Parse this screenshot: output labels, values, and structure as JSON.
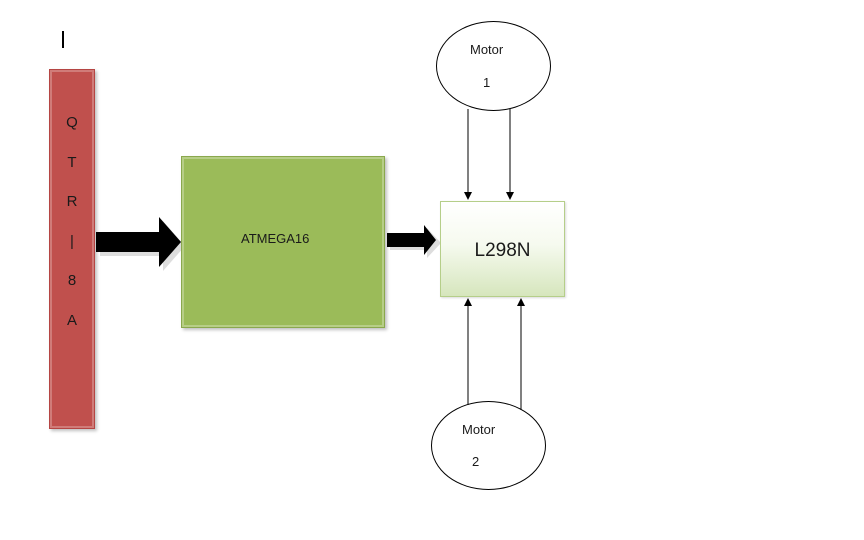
{
  "diagram": {
    "cursor_mark": "|",
    "sensor": {
      "letters": [
        "Q",
        "T",
        "R",
        "|",
        "8",
        "A"
      ],
      "color": "#c0504d"
    },
    "mcu": {
      "label": "ATMEGA16",
      "color": "#9bbb59"
    },
    "driver": {
      "label": "L298N",
      "color": "#d6e6bd"
    },
    "motor1": {
      "name": "Motor",
      "number": "1"
    },
    "motor2": {
      "name": "Motor",
      "number": "2"
    },
    "connections": [
      {
        "from": "sensor",
        "to": "mcu",
        "style": "thick-block-arrow"
      },
      {
        "from": "mcu",
        "to": "driver",
        "style": "thick-block-arrow"
      },
      {
        "from": "motor1",
        "to": "driver",
        "style": "thin-arrow",
        "count": 2
      },
      {
        "from": "motor2",
        "to": "driver",
        "style": "thin-arrow",
        "count": 2
      }
    ]
  }
}
